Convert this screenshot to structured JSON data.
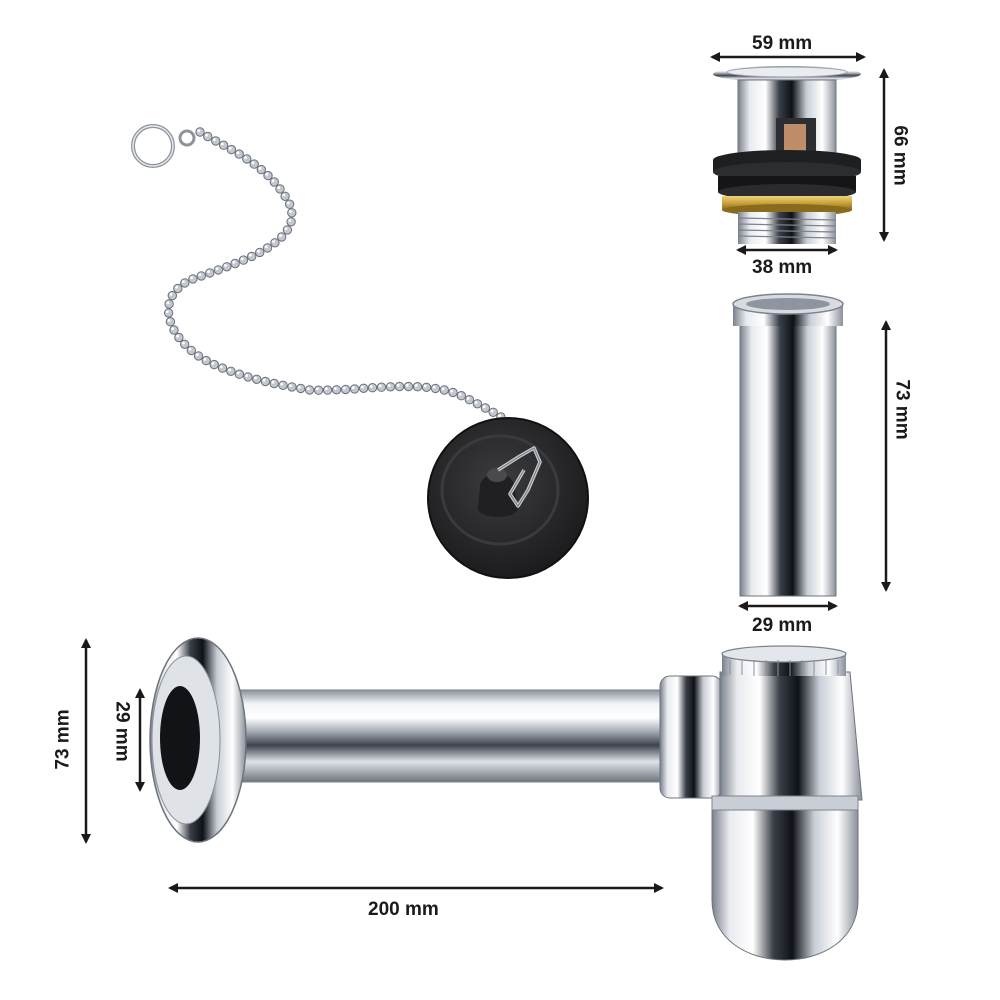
{
  "dimensions": {
    "drain_width": "59 mm",
    "drain_height": "66 mm",
    "drain_thread": "38 mm",
    "tube_height": "73 mm",
    "tube_diameter": "29 mm",
    "trap_height": "73 mm",
    "trap_inlet": "29 mm",
    "trap_length": "200 mm"
  },
  "colors": {
    "chrome_dark": "#5c6370",
    "chrome_light": "#f4f6f9",
    "rubber": "#2a2a2c",
    "brass": "#c9a23a",
    "arrow": "#1a1a1a"
  }
}
